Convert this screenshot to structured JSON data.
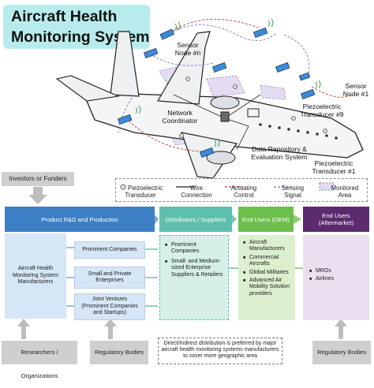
{
  "title": {
    "line1": "Aircraft Health",
    "line2": "Monitoring System"
  },
  "aircraft_labels": {
    "sensor_node_n_line1": "Sensor",
    "sensor_node_n_line2": "Node #n",
    "sensor_node_1_line1": "Sensor",
    "sensor_node_1_line2": "Node #1",
    "network_coordinator_line1": "Network",
    "network_coordinator_line2": "Coordinator",
    "piezo_9_line1": "Piezoelectric",
    "piezo_9_line2": "Transducer #9",
    "data_repo_line1": "Data Repository &",
    "data_repo_line2": "Evaluation System",
    "piezo_1_line1": "Piezoelectric",
    "piezo_1_line2": "Transducer #1"
  },
  "legend": {
    "piezo_line1": "Piezoelectric",
    "piezo_line2": "Transducer",
    "wire_line1": "Wire",
    "wire_line2": "Connection",
    "actuating_line1": "Actuating",
    "actuating_line2": "Control",
    "sensing_line1": "Sensing",
    "sensing_line2": "Signal",
    "monitored_line1": "Monitored",
    "monitored_line2": "Area"
  },
  "investors": "Investors or Funders",
  "headers": {
    "rnd": "Product R&D and Production",
    "distributors": "Distributors / Suppliers",
    "oem": "End Users (OEM)",
    "aftermarket_line1": "End Users",
    "aftermarket_line2": "(Aftermarket)"
  },
  "manufacturers": "Aircraft Health Monitoring System Manufacturers",
  "companies": {
    "prominent": "Prominent Companies",
    "small_line1": "Small and Private",
    "small_line2": "Enterprises",
    "joint_line1": "Joint Ventures",
    "joint_line2": "(Prominent Companies",
    "joint_line3": "and Startups)"
  },
  "distributor_items": [
    "Prominent Companies",
    "Small- and Medium-sized Enterprise Suppliers & Retailers"
  ],
  "oem_items": [
    "Aircraft Manufacturers",
    "Commercial Aircrafts",
    "Global Militaries",
    "Advanced Air Mobility Solution providers"
  ],
  "aftermarket_items": [
    "MROs",
    "Airlines"
  ],
  "note": "Direct/Indirect distribution is preferred by major aircraft health monitoring systems manufacturers to cover more geographic area",
  "bottom": {
    "researchers": "Researchers / Organizations",
    "regulatory_left": "Regulatory Bodies",
    "regulatory_right": "Regulatory Bodies"
  },
  "colors": {
    "title_bg": "#b8ecec",
    "rnd_blue": "#3d7fc4",
    "dist_teal": "#5fbfae",
    "oem_green": "#6cbf4a",
    "aftermarket_purple": "#5c2a6e",
    "pale_blue": "#d6e6f6",
    "pale_teal": "#d6efe9",
    "pale_green": "#dcefcf",
    "pale_purple": "#e9dff0",
    "grey": "#cfcfcf"
  }
}
